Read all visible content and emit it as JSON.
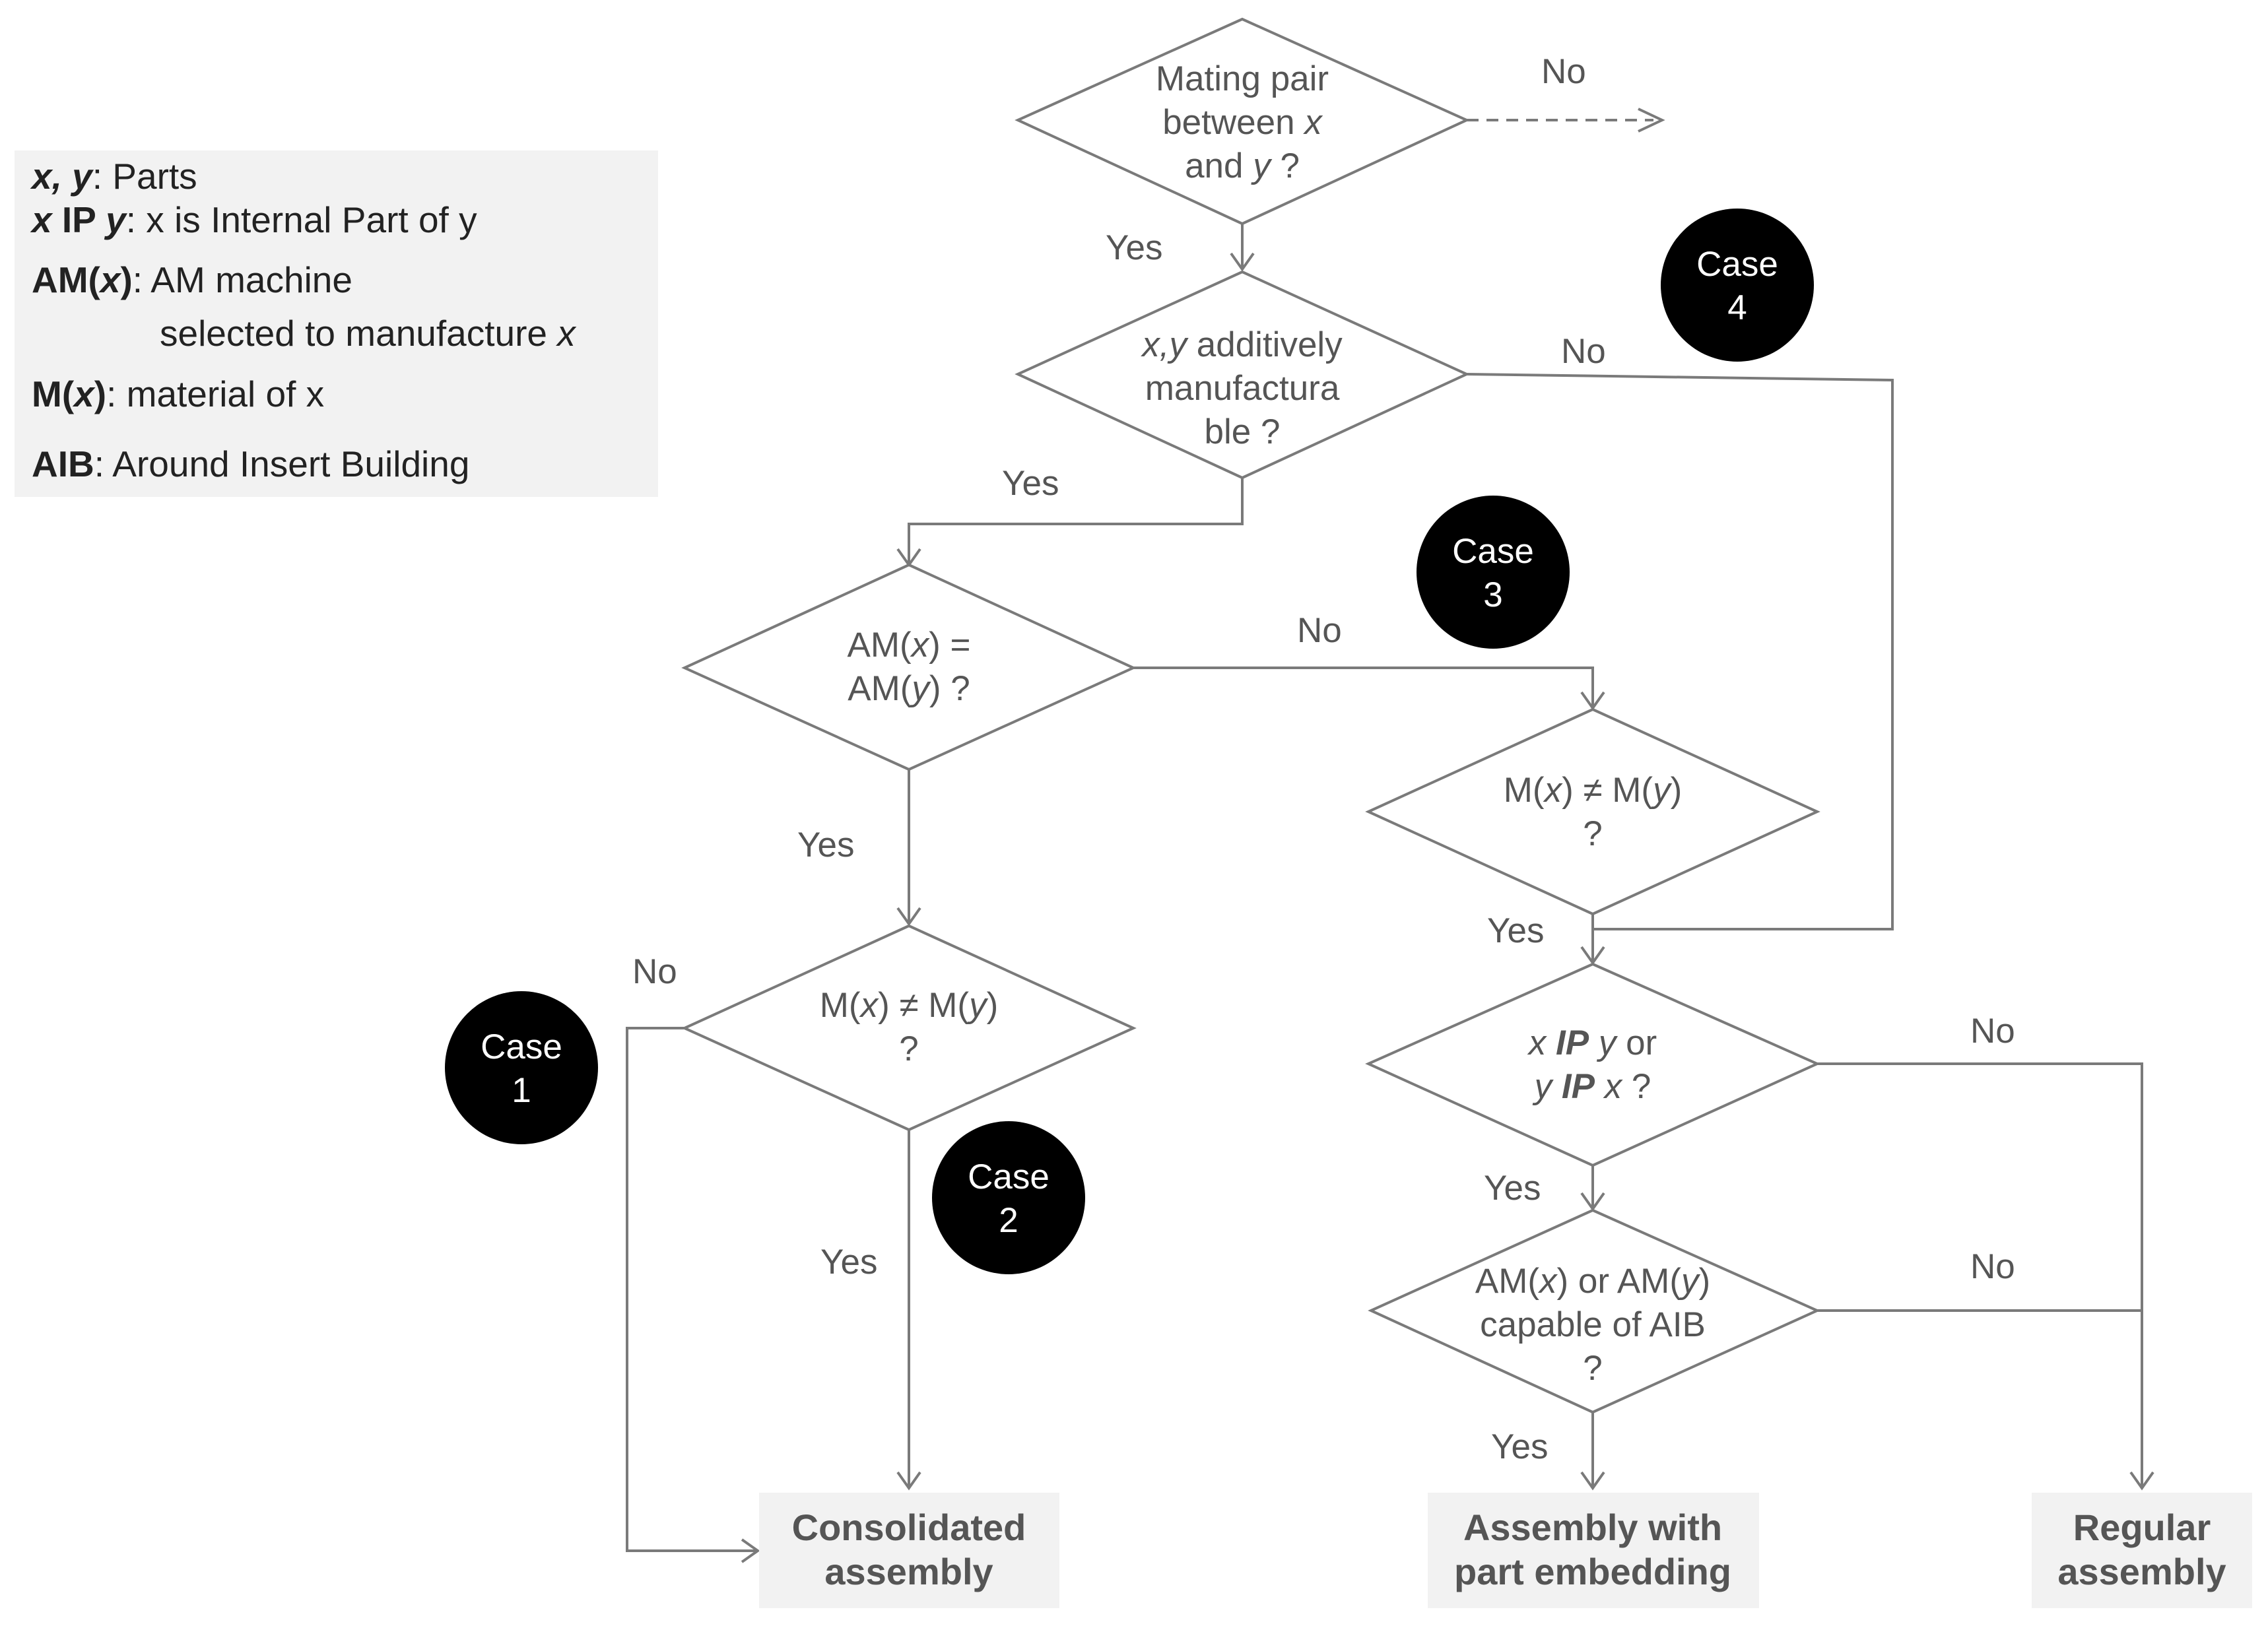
{
  "legend": {
    "l1_sym": "x, y",
    "l1_text": ": Parts",
    "l2_sym_a": "x",
    "l2_sym_b": " IP ",
    "l2_sym_c": "y",
    "l2_text": ": x is Internal Part of y",
    "l3_sym_a": "AM(",
    "l3_sym_b": "x",
    "l3_sym_c": ")",
    "l3_text": ": AM machine",
    "l4_text": "selected to manufacture ",
    "l4_var": "x",
    "l5_sym_a": "M(",
    "l5_sym_b": "x",
    "l5_sym_c": ")",
    "l5_text": ": material of x",
    "l6_sym": "AIB",
    "l6_text": ": Around Insert Building"
  },
  "decisions": {
    "mating": {
      "line1": "Mating pair",
      "line2a": "between ",
      "line2b": "x",
      "line3a": "and ",
      "line3b": "y",
      "line3c": " ?"
    },
    "additive": {
      "line1a": "x,y",
      "line1b": " additively",
      "line2": "manufactura",
      "line3": "ble ?"
    },
    "am_equal": {
      "line1a": "AM(",
      "line1b": "x",
      "line1c": ") =",
      "line2a": "AM(",
      "line2b": "y",
      "line2c": ") ?"
    },
    "mat_left": {
      "line1a": "M(",
      "line1b": "x",
      "line1c": ") ≠ M(",
      "line1d": "y",
      "line1e": ")",
      "line2": "?"
    },
    "mat_right": {
      "line1a": "M(",
      "line1b": "x",
      "line1c": ") ≠ M(",
      "line1d": "y",
      "line1e": ")",
      "line2": "?"
    },
    "ip": {
      "line1a": "x",
      "line1b": " IP",
      "line1c": " y",
      "line1d": " or",
      "line2a": "y",
      "line2b": " IP",
      "line2c": " x",
      "line2d": " ?"
    },
    "aib": {
      "line1a": "AM(",
      "line1b": "x",
      "line1c": ") or AM(",
      "line1d": "y",
      "line1e": ")",
      "line2": "capable of AIB",
      "line3": "?"
    }
  },
  "edge_labels": {
    "mating_no": "No",
    "mating_yes": "Yes",
    "additive_no": "No",
    "additive_yes": "Yes",
    "am_no": "No",
    "am_yes": "Yes",
    "matleft_no": "No",
    "matleft_yes": "Yes",
    "matright_yes": "Yes",
    "ip_no": "No",
    "ip_yes": "Yes",
    "aib_no": "No",
    "aib_yes": "Yes"
  },
  "cases": {
    "case1": {
      "word": "Case",
      "num": "1"
    },
    "case2": {
      "word": "Case",
      "num": "2"
    },
    "case3": {
      "word": "Case",
      "num": "3"
    },
    "case4": {
      "word": "Case",
      "num": "4"
    }
  },
  "outcomes": {
    "consolidated": {
      "line1": "Consolidated",
      "line2": "assembly"
    },
    "embedding": {
      "line1": "Assembly with",
      "line2": "part embedding"
    },
    "regular": {
      "line1": "Regular",
      "line2": "assembly"
    }
  },
  "colors": {
    "stroke": "#7a7a7a",
    "text": "#555555",
    "legend_bg": "#f2f2f2",
    "outcome_bg": "#f2f2f2",
    "case_fill": "#000000"
  }
}
